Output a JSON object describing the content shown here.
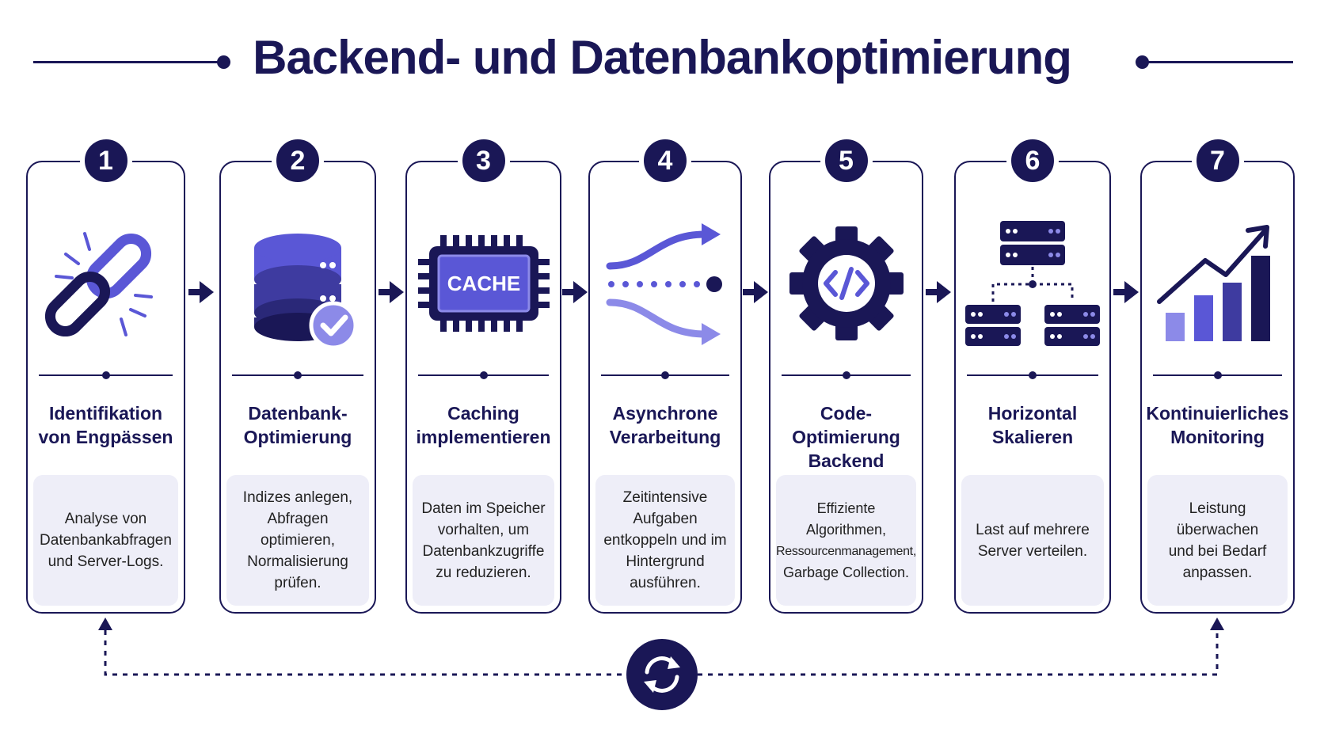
{
  "title": "Backend- und Datenbankoptimierung",
  "colors": {
    "navy": "#1a1756",
    "accent": "#5a57d6",
    "light": "#8c8ae8",
    "panel": "#eeeef8"
  },
  "steps": [
    {
      "number": "1",
      "icon": "broken-chain-icon",
      "title_line1": "Identifikation",
      "title_line2": "von Engpässen",
      "desc_lines": [
        "Analyse von",
        "Datenbankabfragen",
        "und Server-Logs."
      ]
    },
    {
      "number": "2",
      "icon": "database-check-icon",
      "title_line1": "Datenbank-",
      "title_line2": "Optimierung",
      "desc_lines": [
        "Indizes anlegen,",
        "Abfragen optimieren,",
        "Normalisierung",
        "prüfen."
      ]
    },
    {
      "number": "3",
      "icon": "cache-chip-icon",
      "icon_text": "CACHE",
      "title_line1": "Caching",
      "title_line2": "implementieren",
      "desc_lines": [
        "Daten im Speicher",
        "vorhalten, um",
        "Datenbankzugriffe",
        "zu reduzieren."
      ]
    },
    {
      "number": "4",
      "icon": "async-branch-icon",
      "title_line1": "Asynchrone",
      "title_line2": "Verarbeitung",
      "desc_lines": [
        "Zeitintensive",
        "Aufgaben",
        "entkoppeln und im",
        "Hintergrund",
        "ausführen."
      ]
    },
    {
      "number": "5",
      "icon": "code-gear-icon",
      "title_line1": "Code-Optimierung",
      "title_line2": "Backend",
      "desc_lines": [
        "Effiziente",
        "Algorithmen,",
        "Ressourcenmanagement,",
        "Garbage Collection."
      ]
    },
    {
      "number": "6",
      "icon": "server-cluster-icon",
      "title_line1": "Horizontal",
      "title_line2": "Skalieren",
      "desc_lines": [
        "Last auf mehrere",
        "Server verteilen."
      ]
    },
    {
      "number": "7",
      "icon": "growth-chart-icon",
      "title_line1": "Kontinuierliches",
      "title_line2": "Monitoring",
      "desc_lines": [
        "Leistung überwachen",
        "und bei Bedarf",
        "anpassen."
      ]
    }
  ],
  "cycle_icon": "refresh-cycle-icon"
}
